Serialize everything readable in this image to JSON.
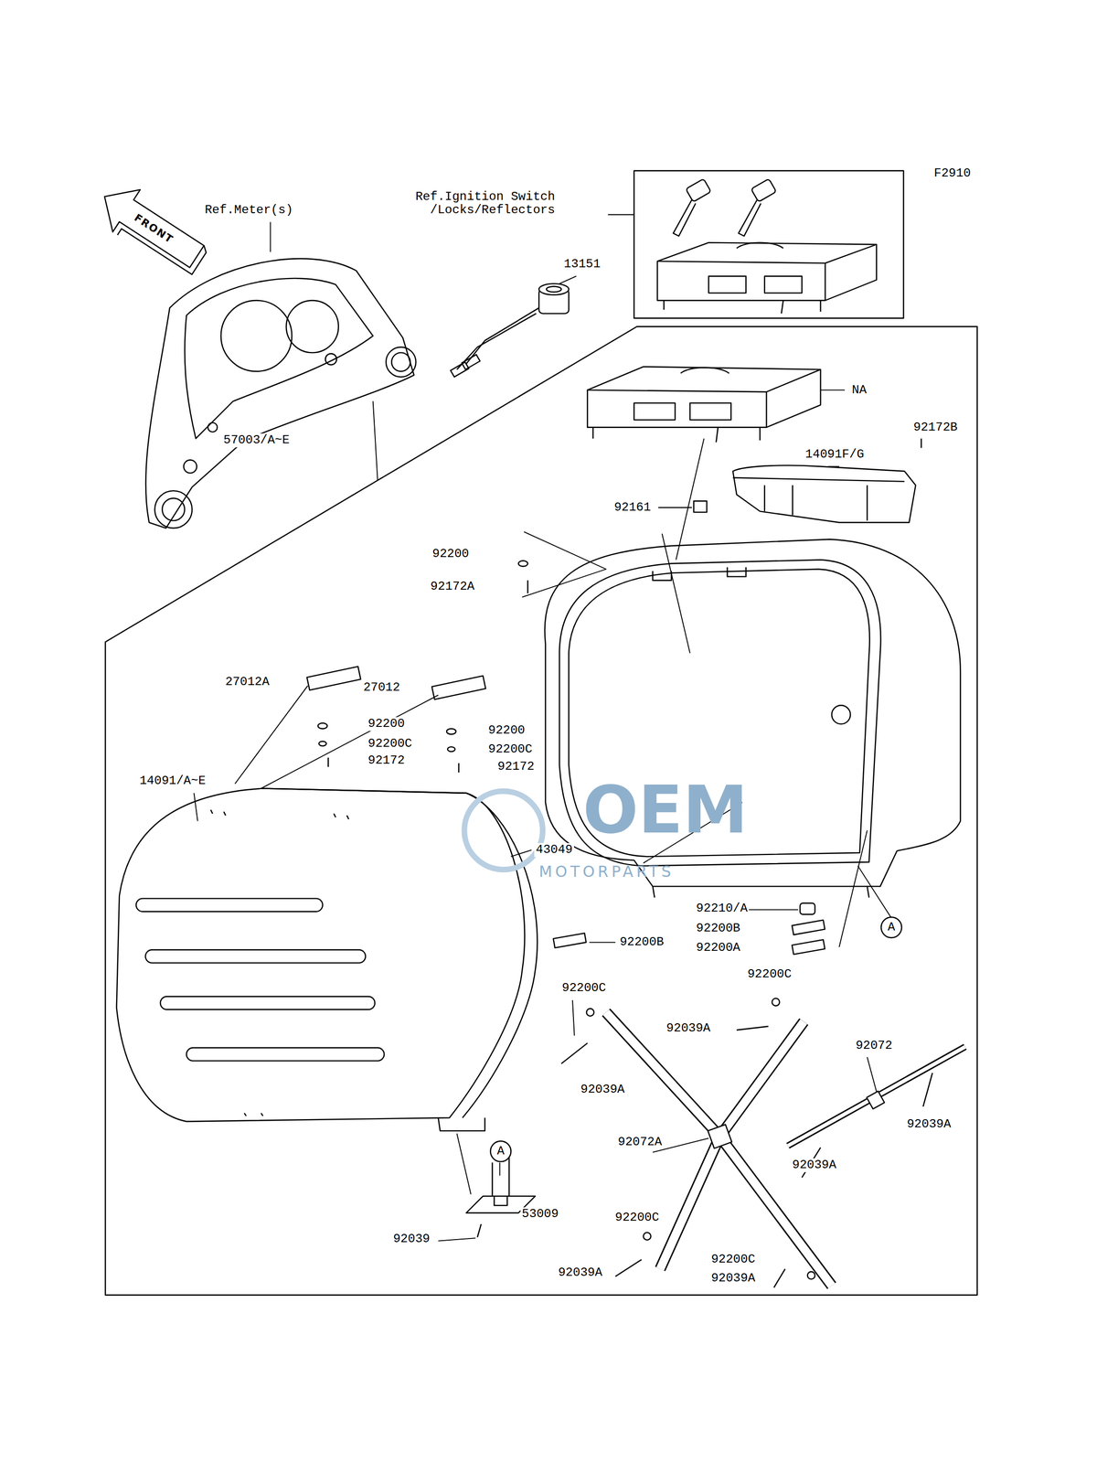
{
  "diagram": {
    "labels": [
      "F2910",
      "Ref.Ignition Switch /Locks/Reflectors",
      "Ref.Meter(s)",
      "FRONT",
      "13151",
      "NA",
      "92172B",
      "57003/A~E",
      "14091F/G",
      "92161",
      "92200",
      "92172A",
      "27012A",
      "27012",
      "92200",
      "92200",
      "92200C",
      "92200C",
      "92172",
      "92172",
      "14091/A~E",
      "OEM",
      "MOTORPARTS",
      "43049",
      "92210/A",
      "A",
      "92200B",
      "92200B",
      "92200A",
      "92200C",
      "92200C",
      "92039A",
      "92072",
      "92039A",
      "92039A",
      "92072A",
      "A",
      "92039A",
      "53009",
      "92200C",
      "92039",
      "92200C",
      "92039A",
      "92039A"
    ]
  }
}
